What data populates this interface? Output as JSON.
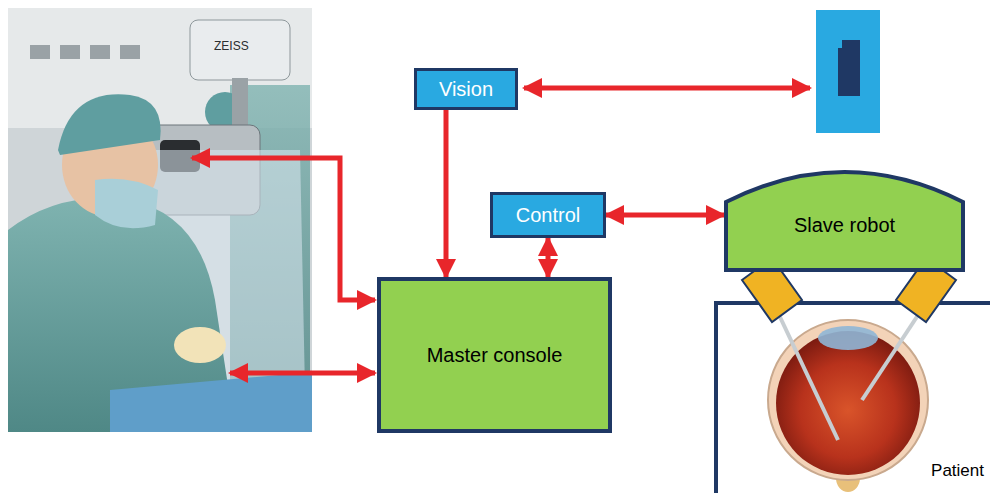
{
  "diagram": {
    "nodes": [
      {
        "text": [
          "Vision"
        ]
      },
      {
        "text": [
          "Control"
        ]
      },
      {
        "text": [
          "Master console"
        ]
      },
      {
        "text": [
          "Slave robot"
        ]
      }
    ],
    "edges": [
      {
        "from": 0,
        "to": 2,
        "arrow": "to"
      },
      {
        "from": 1,
        "to": 2,
        "arrow": "both"
      },
      {
        "from": 1,
        "to": 3,
        "arrow": "both"
      }
    ],
    "labels": [
      "ZEISS",
      "Patient"
    ]
  }
}
